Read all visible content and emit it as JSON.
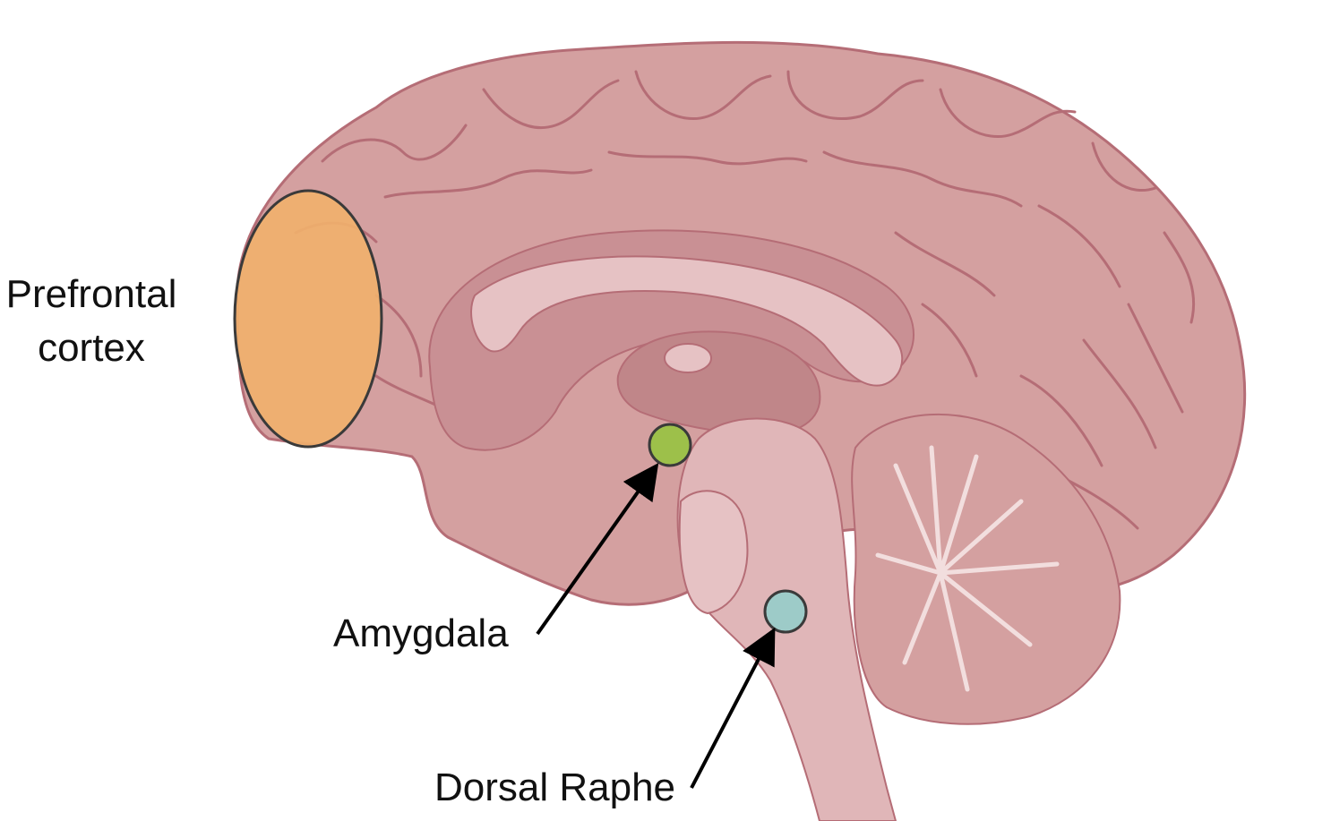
{
  "labels": {
    "prefrontal_line1": "Prefrontal",
    "prefrontal_line2": "cortex",
    "amygdala": "Amygdala",
    "dorsal_raphe": "Dorsal Raphe"
  },
  "colors": {
    "brain_fill": "#d4a0a0",
    "brain_outline": "#b56d76",
    "brain_light": "#e6c2c4",
    "brain_dark": "#c08689",
    "prefrontal_highlight": "#f0b06c",
    "amygdala_marker": "#9dc04a",
    "dorsal_raphe_marker": "#9dcbc8",
    "arrow": "#000000"
  }
}
